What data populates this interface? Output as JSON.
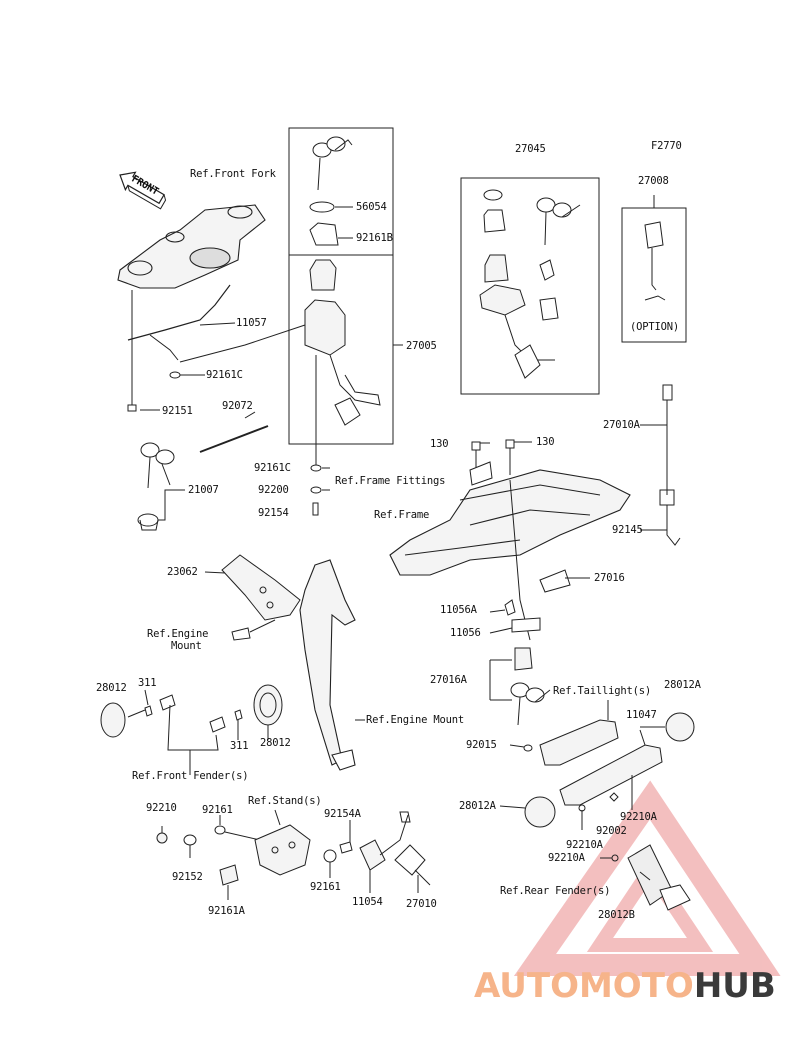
{
  "diagram": {
    "figure_code": "F2770",
    "labels": {
      "ref_front_fork": "Ref.Front Fork",
      "p11057": "11057",
      "p92161c_a": "92161C",
      "p92151": "92151",
      "p92072": "92072",
      "p21007": "21007",
      "p56054": "56054",
      "p92161b": "92161B",
      "p27005": "27005",
      "p92161c_b": "92161C",
      "p92200": "92200",
      "p92154": "92154",
      "p27045": "27045",
      "p27008": "27008",
      "option": "(OPTION)",
      "p130_a": "130",
      "p130_b": "130",
      "ref_frame_fittings": "Ref.Frame Fittings",
      "ref_frame": "Ref.Frame",
      "p27010a": "27010A",
      "p92145": "92145",
      "p27016": "27016",
      "p11056a": "11056A",
      "p11056": "11056",
      "p27016a": "27016A",
      "ref_taillight": "Ref.Taillight(s)",
      "p11047": "11047",
      "p28012a_a": "28012A",
      "p92015": "92015",
      "p28012a_b": "28012A",
      "p92002": "92002",
      "p92210a_a": "92210A",
      "p92210a_b": "92210A",
      "p92210a_c": "92210A",
      "ref_rear_fender": "Ref.Rear Fender(s)",
      "p28012b": "28012B",
      "p23062": "23062",
      "ref_engine_mount_a": "Ref.Engine",
      "ref_engine_mount_b": "Mount",
      "ref_engine_mount_c": "Ref.Engine Mount",
      "p28012_a": "28012",
      "p311_a": "311",
      "p311_b": "311",
      "p28012_b": "28012",
      "ref_front_fender": "Ref.Front Fender(s)",
      "p92210": "92210",
      "p92161_a": "92161",
      "ref_stand": "Ref.Stand(s)",
      "p92154a": "92154A",
      "p92152": "92152",
      "p92161_b": "92161",
      "p92161a": "92161A",
      "p11054": "11054",
      "p27010": "27010"
    },
    "front_arrow_label": "FRONT",
    "watermark": {
      "part1": "AUTOMOTO",
      "part2": "HUB"
    },
    "colors": {
      "line": "#222222",
      "watermark_triangle": "#f2b4b4",
      "watermark_accent": "#f6b48a",
      "watermark_dark": "#3a3a3a"
    }
  }
}
